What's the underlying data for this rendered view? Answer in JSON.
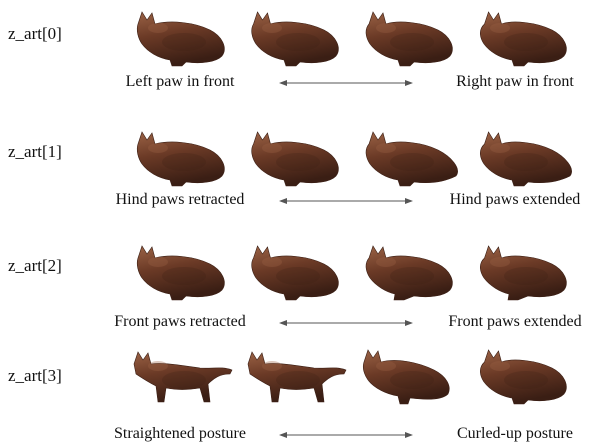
{
  "rows": [
    {
      "label": "z_art[0]",
      "left_caption": "Left paw in front",
      "right_caption": "Right paw in front",
      "pose": "walking"
    },
    {
      "label": "z_art[1]",
      "left_caption": "Hind paws retracted",
      "right_caption": "Hind paws extended",
      "pose": "hind"
    },
    {
      "label": "z_art[2]",
      "left_caption": "Front paws retracted",
      "right_caption": "Front paws extended",
      "pose": "front"
    },
    {
      "label": "z_art[3]",
      "left_caption": "Straightened posture",
      "right_caption": "Curled-up posture",
      "pose": "posture"
    }
  ],
  "colors": {
    "cat_dark": "#3a1e14",
    "cat_mid": "#6b3a26",
    "cat_light": "#9a6245",
    "arrow": "#555555"
  },
  "icons": {
    "arrow": "double-headed-arrow-icon",
    "cat": "cat-render-image"
  }
}
